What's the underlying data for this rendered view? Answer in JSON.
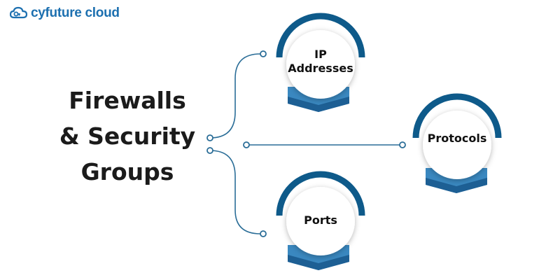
{
  "logo": {
    "brand": "cyfuture cloud",
    "icon": "cloud-icon"
  },
  "title": {
    "line1": "Firewalls",
    "line2": "& Security",
    "line3": "Groups"
  },
  "nodes": {
    "ip": {
      "line1": "IP",
      "line2": "Addresses"
    },
    "protocols": {
      "label": "Protocols"
    },
    "ports": {
      "label": "Ports"
    }
  },
  "colors": {
    "arc": "#0e5a8a",
    "connector": "#2a6d97",
    "chevron_light": "#3a88c0",
    "chevron_dark": "#1d5f94",
    "text": "#1b1b1b"
  }
}
